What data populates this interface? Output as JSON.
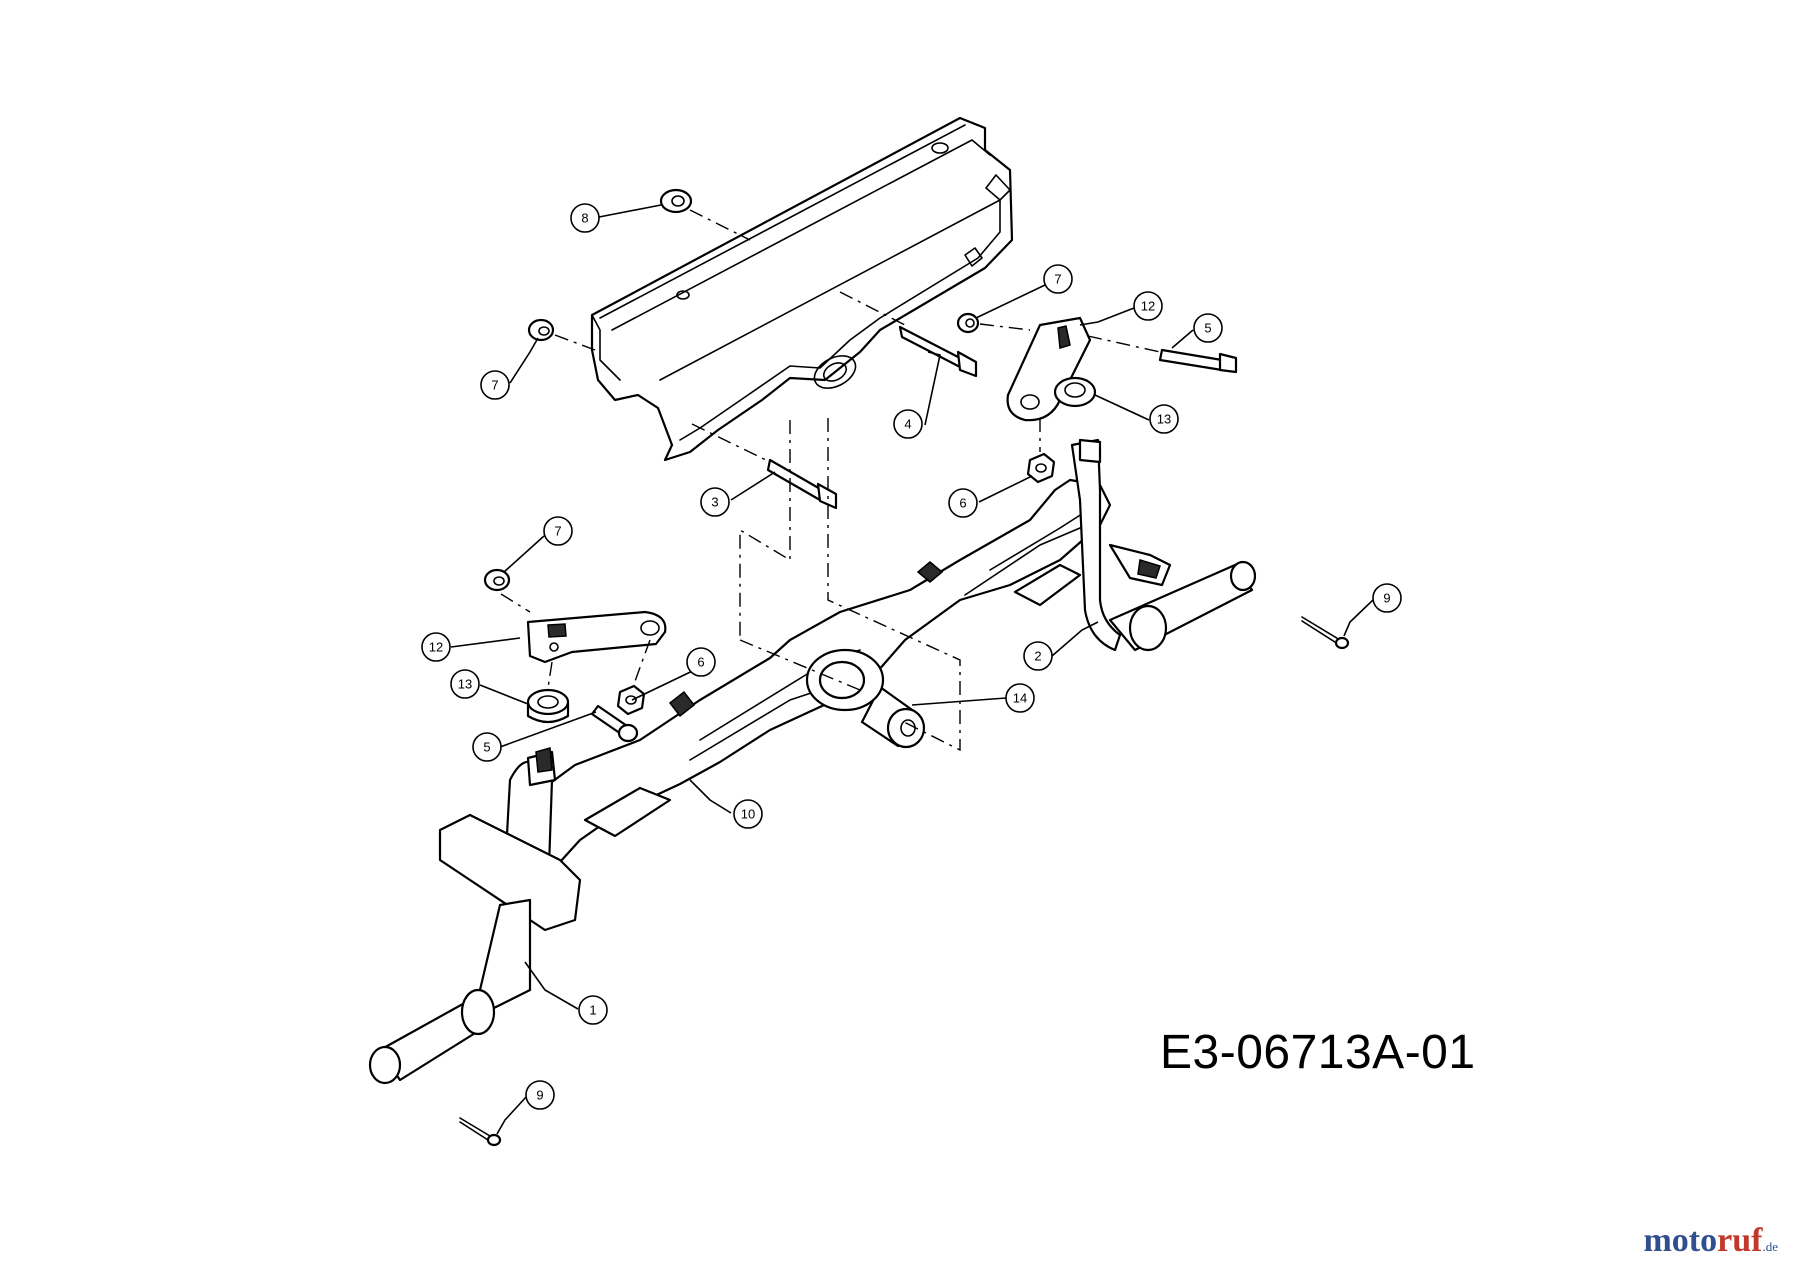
{
  "diagram": {
    "code": "E3-06713A-01",
    "callouts": {
      "c1": "1",
      "c2": "2",
      "c3": "3",
      "c4": "4",
      "c5a": "5",
      "c5b": "5",
      "c6a": "6",
      "c6b": "6",
      "c7a": "7",
      "c7b": "7",
      "c7c": "7",
      "c8": "8",
      "c9a": "9",
      "c9b": "9",
      "c10": "10",
      "c12a": "12",
      "c12b": "12",
      "c13a": "13",
      "c13b": "13",
      "c14": "14"
    }
  },
  "watermark": {
    "part1": "moto",
    "part2": "ruf",
    "tld": ".de"
  }
}
